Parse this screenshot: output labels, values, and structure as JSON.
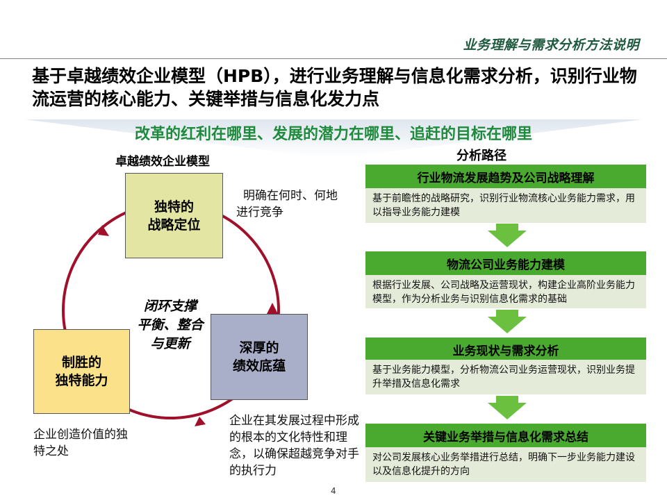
{
  "header": {
    "title": "业务理解与需求分析方法说明"
  },
  "main_title": "基于卓越绩效企业模型（HPB），进行业务理解与信息化需求分析，识别行业物流运营的核心能力、关键举措与信息化发力点",
  "funnel_text": "改革的红利在哪里、发展的潜力在哪里、追赶的目标在哪里",
  "model": {
    "heading": "卓越绩效企业模型",
    "box_strategy": "独特的\n战略定位",
    "box_culture": "深厚的\n绩效底蕴",
    "box_advantage": "制胜的\n独特能力",
    "circle_caption": "闭环支撑\n平衡、整合\n与更新",
    "note_strategy": "明确在何时、何地进行竞争",
    "note_advantage": "企业创造价值的独特之处",
    "note_culture": "企业在其发展过程中形成的根本的文化特性和理念，以确保超越竞争对手的执行力"
  },
  "path": {
    "heading": "分析路径",
    "steps": [
      {
        "title": "行业物流发展趋势及公司战略理解",
        "body": "基于前瞻性的战略研究，识别行业物流核心业务能力需求，用以指导业务能力建模"
      },
      {
        "title": "物流公司业务能力建模",
        "body": "根据行业发展、公司战略及运营现状，构建企业高阶业务能力模型，作为分析业务与识别信息化需求的基础"
      },
      {
        "title": "业务现状与需求分析",
        "body": "基于业务能力模型，分析物流公司业务运营现状，识别业务提升举措及信息化需求"
      },
      {
        "title": "关键业务举措与信息化需求总结",
        "body": "对公司发展核心业务举措进行总结，明确下一步业务能力建设以及信息化提升的方向"
      }
    ]
  },
  "page_number": "4",
  "colors": {
    "accent_green": "#4aaa30",
    "funnel_green": "#1e8a3c",
    "cycle_red": "#a0102a",
    "header_green": "#1f5a3e"
  }
}
